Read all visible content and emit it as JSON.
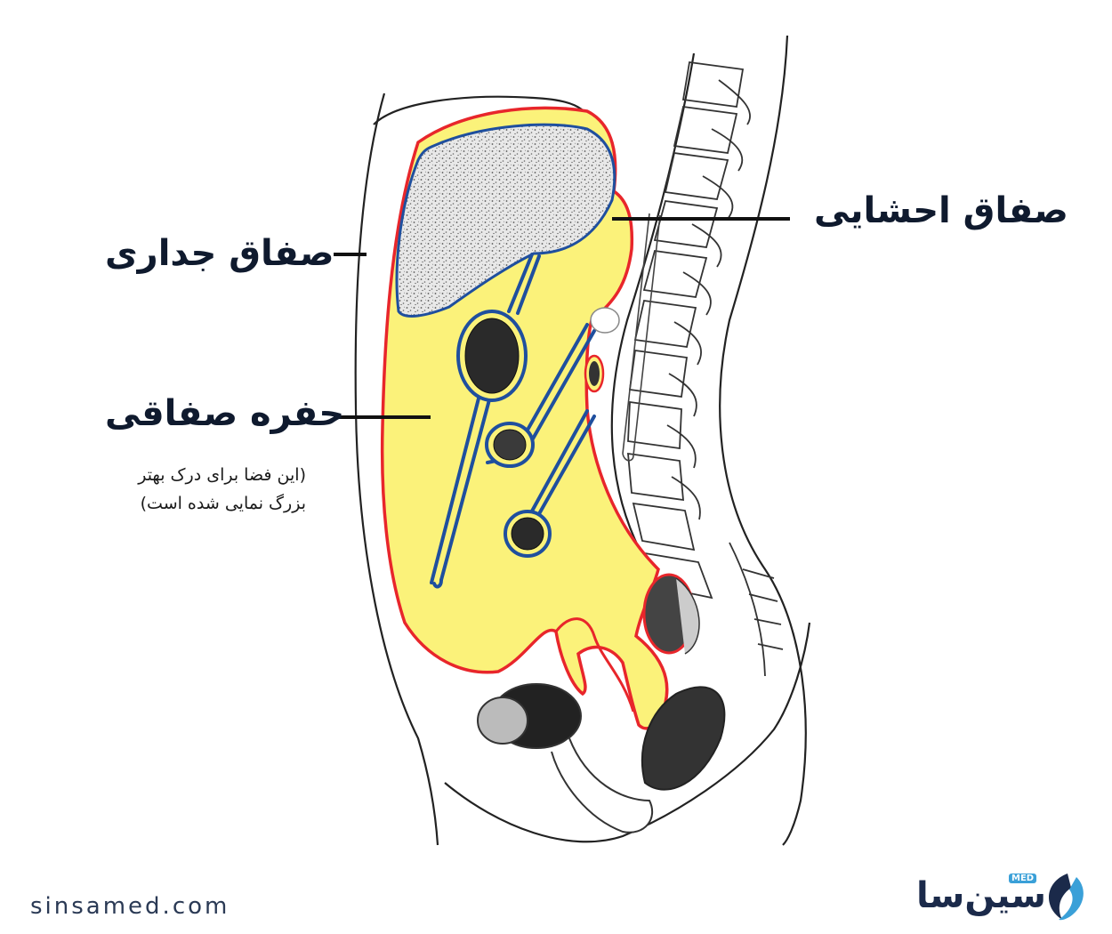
{
  "labels": {
    "visceral_peritoneum": "صفاق احشایی",
    "parietal_peritoneum": "صفاق جداری",
    "peritoneal_cavity": "حفره صفاقی",
    "note_line1": "(این فضا برای درک بهتر",
    "note_line2": "بزرگ نمایی شده است)"
  },
  "footer": {
    "website": "sinsamed.com",
    "brand_name": "سین‌سا",
    "brand_badge": "MED"
  },
  "colors": {
    "cavity_fill": "#fbf27a",
    "parietal_line": "#e8262b",
    "visceral_line": "#1f4f9e",
    "organ_texture": "#9a9a9a",
    "brand_accent": "#3aa0d8"
  },
  "icons": [
    "sinsa-logo-icon"
  ]
}
